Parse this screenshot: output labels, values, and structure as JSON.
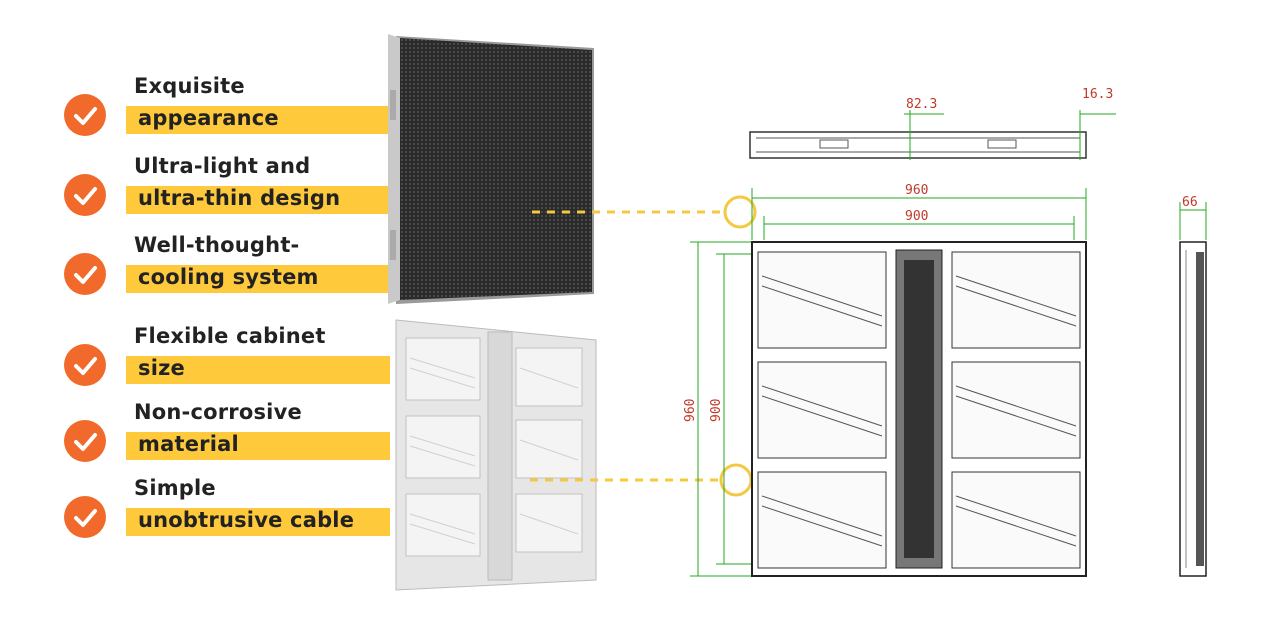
{
  "features": [
    {
      "line1": "Exquisite",
      "line2": "appearance"
    },
    {
      "line1": "Ultra-light and",
      "line2": "ultra-thin design"
    },
    {
      "line1": "Well-thought-",
      "line2": "cooling system"
    },
    {
      "line1": "Flexible cabinet",
      "line2": "size"
    },
    {
      "line1": "Non-corrosive",
      "line2": "material"
    },
    {
      "line1": "Simple",
      "line2": "unobtrusive cable"
    }
  ],
  "dimensions": {
    "top_view_left": "82.3",
    "top_view_right": "16.3",
    "outer_width": "960",
    "inner_width": "900",
    "outer_height": "960",
    "inner_height": "900",
    "side_depth": "66"
  },
  "colors": {
    "check": "#f26a2b",
    "highlight": "#ffc93c",
    "dimension_text": "#c0392b",
    "dimension_line": "#22aa22",
    "callout": "#f5c842"
  }
}
